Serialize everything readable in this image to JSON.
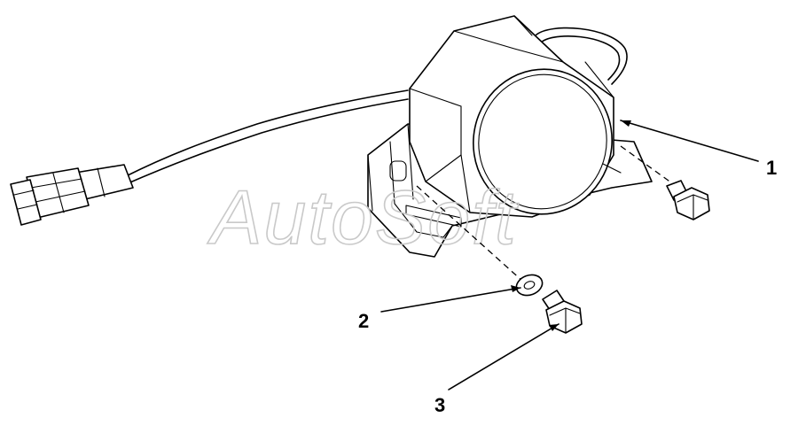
{
  "watermark": "AutoSoft",
  "callouts": [
    {
      "number": "1",
      "part": "alarm-unit"
    },
    {
      "number": "2",
      "part": "washer"
    },
    {
      "number": "3",
      "part": "bolt"
    }
  ],
  "colors": {
    "line": "#000000",
    "watermark": "#c9c9c9",
    "background": "#ffffff"
  }
}
